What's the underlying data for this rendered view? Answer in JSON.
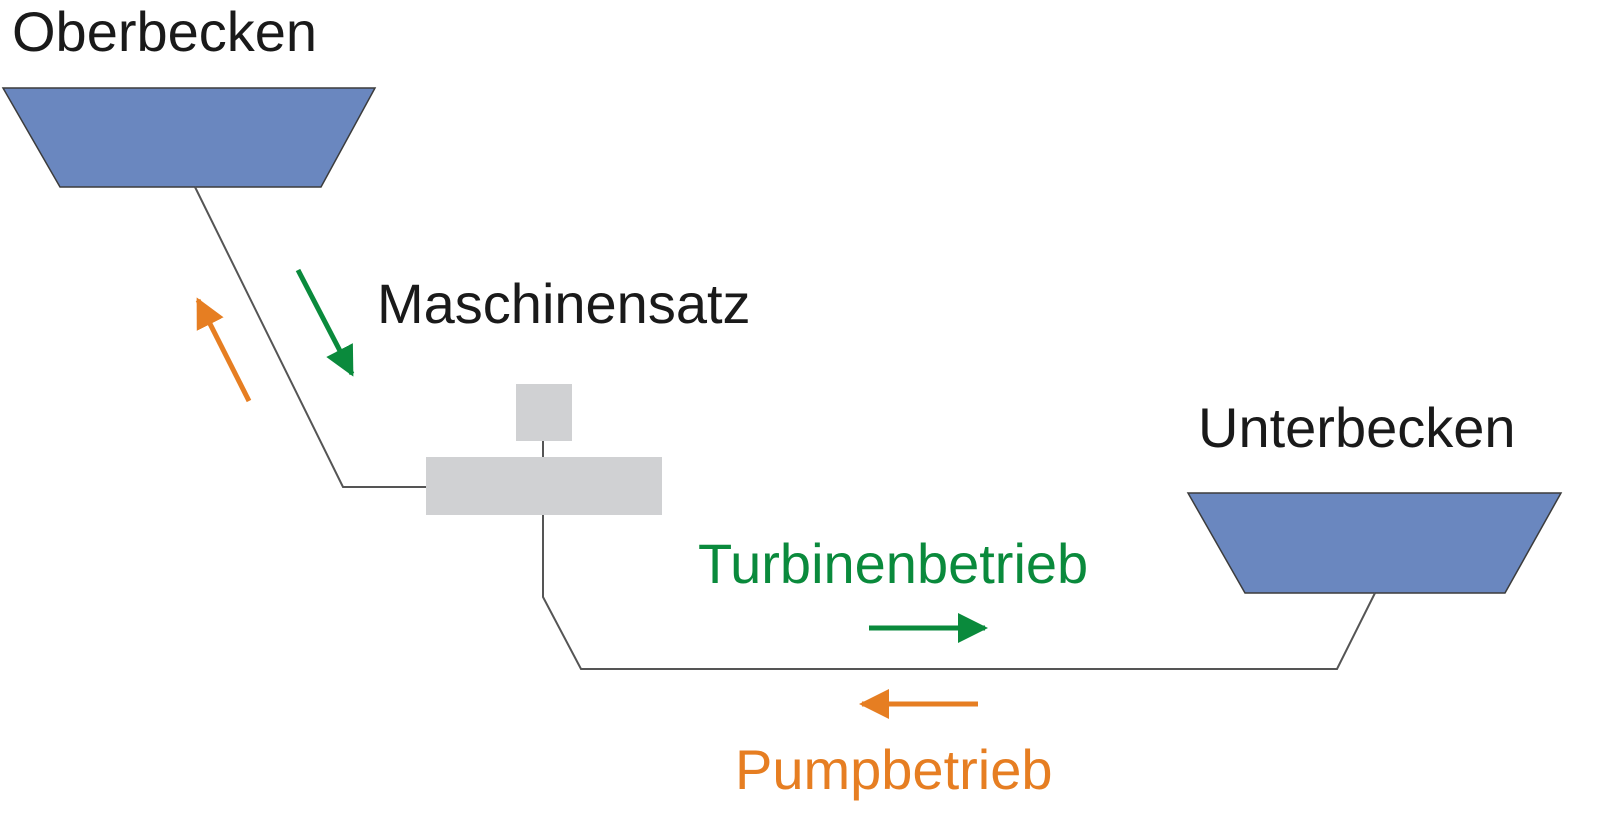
{
  "labels": {
    "upper_reservoir": "Oberbecken",
    "machine_set": "Maschinensatz",
    "lower_reservoir": "Unterbecken",
    "turbine_mode": "Turbinenbetrieb",
    "pump_mode": "Pumpbetrieb"
  },
  "colors": {
    "reservoir_fill": "#6a87bf",
    "reservoir_stroke": "#3c3c3c",
    "machine_fill": "#d0d1d3",
    "pipe": "#555555",
    "text": "#1a1a1a",
    "turbine": "#0a8a3c",
    "pump": "#e67e22"
  }
}
